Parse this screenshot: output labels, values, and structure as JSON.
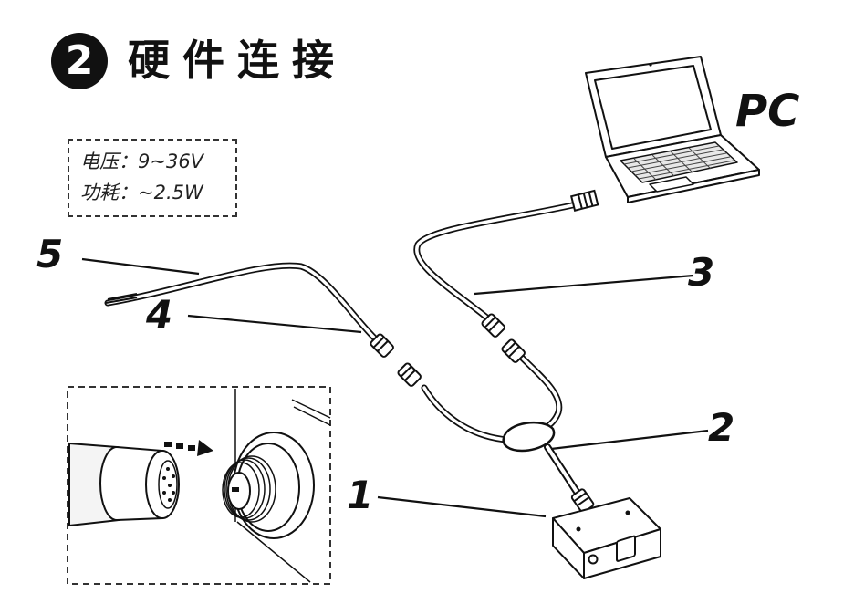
{
  "header": {
    "step_number": "2",
    "title": "硬件连接"
  },
  "pc_label": "PC",
  "spec": {
    "voltage": "电压：9~36V",
    "power": "功耗：~2.5W"
  },
  "callouts": {
    "c1": "1",
    "c2": "2",
    "c3": "3",
    "c4": "4",
    "c5": "5"
  }
}
